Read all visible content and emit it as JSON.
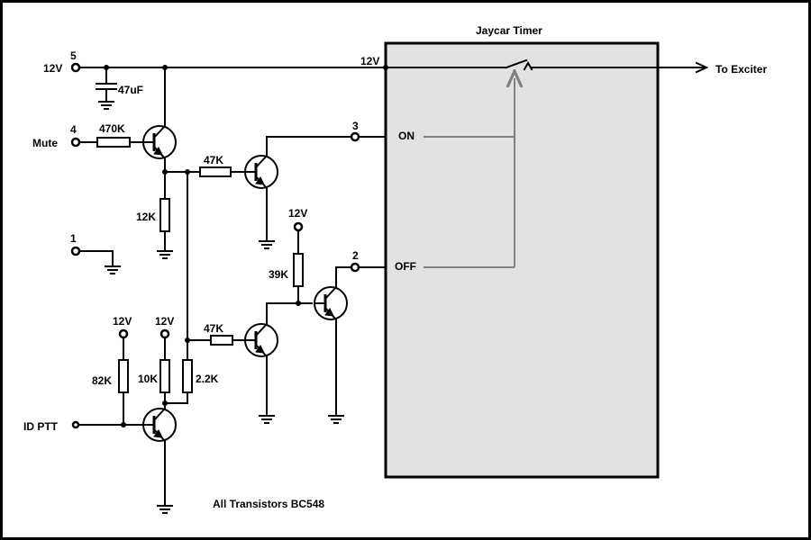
{
  "timer": {
    "title": "Jaycar Timer",
    "supply_label": "12V",
    "on_label": "ON",
    "off_label": "OFF",
    "output_label": "To Exciter",
    "fill_color": "#e2e2e2"
  },
  "inputs": {
    "supply": {
      "pin": "5",
      "label": "12V"
    },
    "mute": {
      "pin": "4",
      "label": "Mute"
    },
    "ground": {
      "pin": "1"
    },
    "id_ptt": {
      "label": "ID PTT"
    }
  },
  "pins": {
    "on": "3",
    "off": "2"
  },
  "components": {
    "c1": "47uF",
    "r_470k": "470K",
    "r_12k": "12K",
    "r_47k_top": "47K",
    "r_47k_bottom": "47K",
    "r_39k": "39K",
    "r_82k": "82K",
    "r_10k": "10K",
    "r_2k2": "2.2K"
  },
  "rails": {
    "v39k": "12V",
    "v82k": "12V",
    "v10k": "12V"
  },
  "note": "All Transistors BC548"
}
